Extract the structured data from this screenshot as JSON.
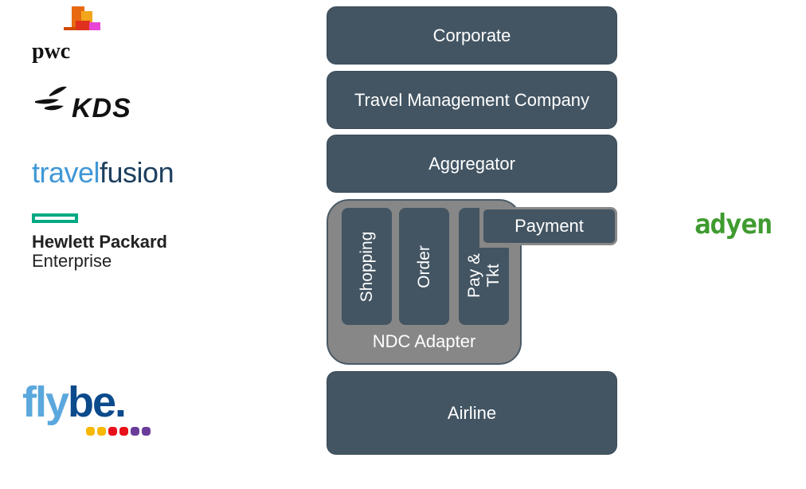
{
  "diagram": {
    "layers": [
      {
        "label": "Corporate"
      },
      {
        "label": "Travel Management Company"
      },
      {
        "label": "Aggregator"
      },
      {
        "label": "Airline"
      }
    ],
    "adapter": {
      "label": "NDC Adapter",
      "modules": [
        {
          "label": "Shopping"
        },
        {
          "label": "Order"
        },
        {
          "label_line1": "Pay &",
          "label_line2": "Tkt"
        }
      ]
    },
    "payment": {
      "label": "Payment"
    },
    "colors": {
      "box": "#435563",
      "adapter": "#878787",
      "text": "#ffffff"
    }
  },
  "logos": {
    "pwc": {
      "text": "pwc"
    },
    "kds": {
      "text": "KDS"
    },
    "travelfusion": {
      "part1": "travel",
      "part2": "fusion"
    },
    "hpe": {
      "line1": "Hewlett Packard",
      "line2": "Enterprise"
    },
    "flybe": {
      "part1": "fly",
      "part2": "be."
    },
    "adyen": {
      "text": "adyen"
    }
  }
}
